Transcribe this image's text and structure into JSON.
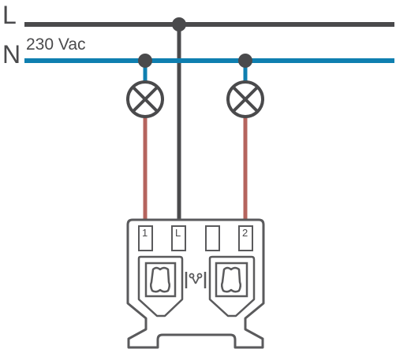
{
  "diagram": {
    "line_label": "L",
    "neutral_label": "N",
    "voltage_label": "230 Vac",
    "terminals": [
      "1",
      "L",
      "",
      "2"
    ],
    "lamps": [
      "lamp",
      "lamp"
    ],
    "colors": {
      "live_wire": "#4a4a4c",
      "neutral_wire": "#0f7fb0",
      "switched_wire": "#b5645e",
      "outline": "#5a5a5c"
    }
  }
}
